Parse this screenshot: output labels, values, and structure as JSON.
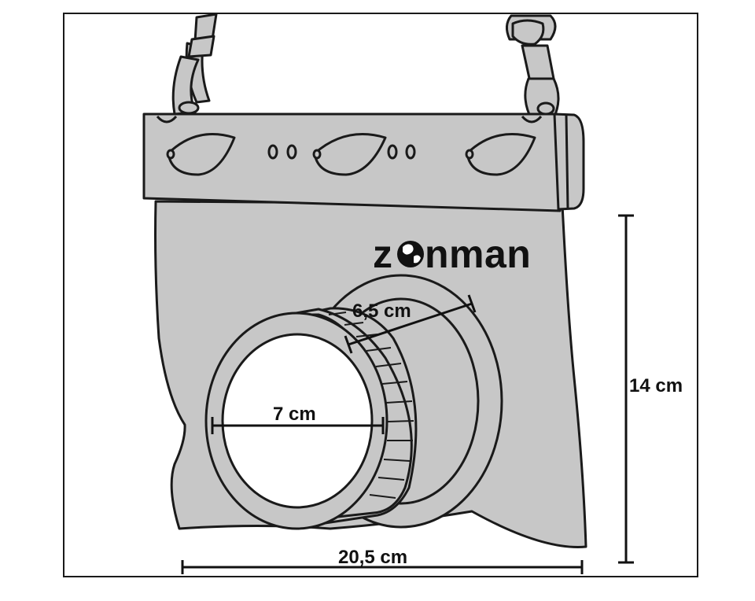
{
  "brand": {
    "prefix": "z",
    "suffix": "nman"
  },
  "dimensions": {
    "width": "20,5 cm",
    "height": "14 cm",
    "lens_outer": "6,5 cm",
    "lens_inner": "7 cm"
  },
  "icons": {
    "globe": "globe-icon"
  },
  "colors": {
    "pouch": "#c7c7c7",
    "outline": "#1a1a1a",
    "lens_window": "#ffffff",
    "text": "#111111"
  }
}
